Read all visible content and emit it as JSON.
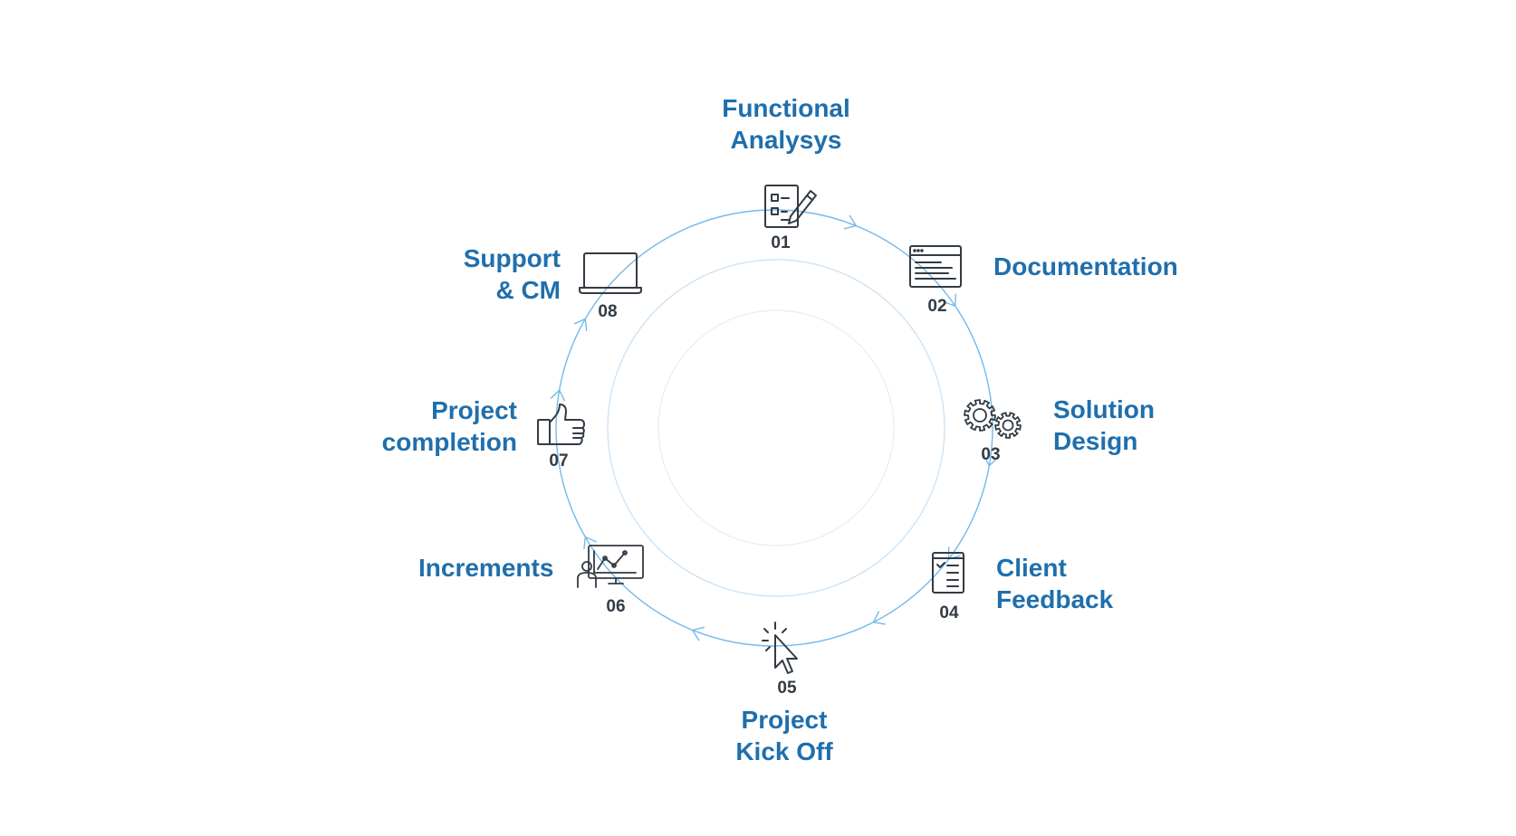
{
  "colors": {
    "label": "#1f6fad",
    "number": "#333b44",
    "ring": "#74b9ea",
    "inner_ring": "#d2e7f7",
    "icon_stroke": "#333b44"
  },
  "steps": [
    {
      "number": "01",
      "title_lines": [
        "Functional",
        "Analysys"
      ],
      "icon": "checklist-pencil-icon"
    },
    {
      "number": "02",
      "title_lines": [
        "Documentation"
      ],
      "icon": "document-window-icon"
    },
    {
      "number": "03",
      "title_lines": [
        "Solution",
        "Design"
      ],
      "icon": "gears-icon"
    },
    {
      "number": "04",
      "title_lines": [
        "Client",
        "Feedback"
      ],
      "icon": "clipboard-checklist-icon"
    },
    {
      "number": "05",
      "title_lines": [
        "Project",
        "Kick Off"
      ],
      "icon": "cursor-click-icon"
    },
    {
      "number": "06",
      "title_lines": [
        "Increments"
      ],
      "icon": "presentation-chart-icon"
    },
    {
      "number": "07",
      "title_lines": [
        "Project",
        "completion"
      ],
      "icon": "thumbs-up-icon"
    },
    {
      "number": "08",
      "title_lines": [
        "Support",
        "& CM"
      ],
      "icon": "laptop-icon"
    }
  ]
}
